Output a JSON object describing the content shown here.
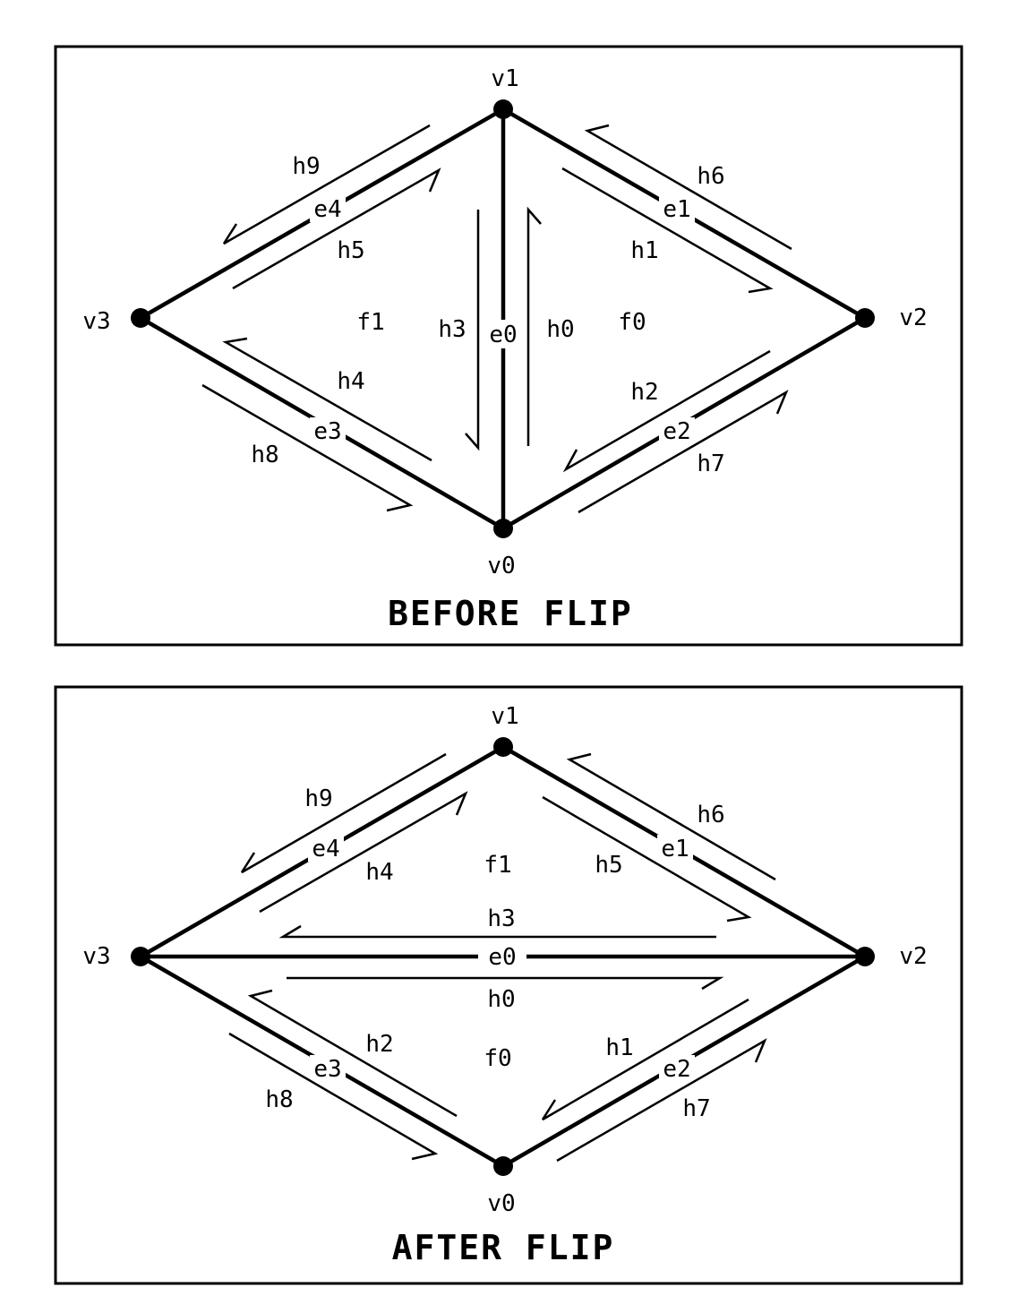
{
  "panels": [
    {
      "title": "BEFORE FLIP",
      "vertices": [
        "v0",
        "v1",
        "v2",
        "v3"
      ],
      "edges": [
        "e0",
        "e1",
        "e2",
        "e3",
        "e4"
      ],
      "halfedges": [
        "h0",
        "h1",
        "h2",
        "h3",
        "h4",
        "h5",
        "h6",
        "h7",
        "h8",
        "h9"
      ],
      "faces": [
        "f0",
        "f1"
      ]
    },
    {
      "title": "AFTER FLIP",
      "vertices": [
        "v0",
        "v1",
        "v2",
        "v3"
      ],
      "edges": [
        "e0",
        "e1",
        "e2",
        "e3",
        "e4"
      ],
      "halfedges": [
        "h0",
        "h1",
        "h2",
        "h3",
        "h4",
        "h5",
        "h6",
        "h7",
        "h8",
        "h9"
      ],
      "faces": [
        "f0",
        "f1"
      ]
    }
  ]
}
